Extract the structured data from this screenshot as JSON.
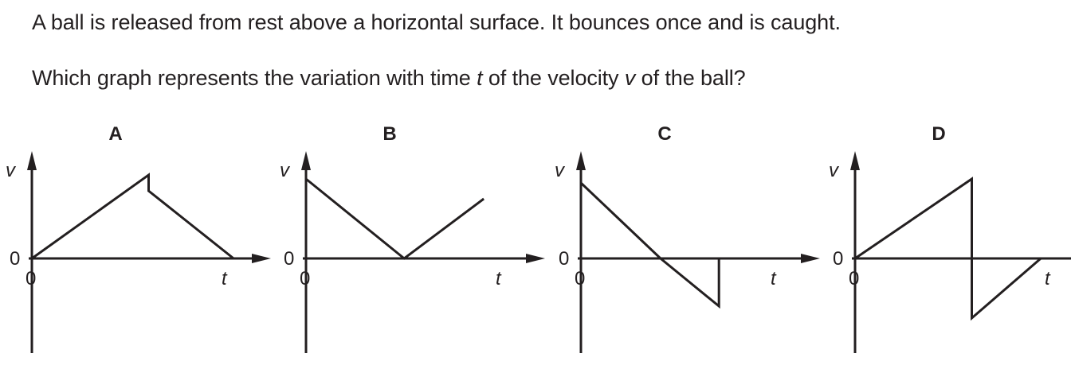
{
  "question": {
    "line1": "A ball is released from rest above a horizontal surface. It bounces once and is caught.",
    "line2_before_t": "Which graph represents the variation with time ",
    "t": "t",
    "line2_middle": " of the velocity ",
    "v": "v",
    "line2_after_v": " of the ball?"
  },
  "axes": {
    "y_label": "v",
    "x_label": "t",
    "origin_y": "0",
    "origin_x": "0"
  },
  "options": [
    {
      "label": "A",
      "trace": [
        [
          0,
          0
        ],
        [
          0.44,
          1.05
        ],
        [
          0.44,
          0.85
        ],
        [
          0.76,
          0
        ]
      ]
    },
    {
      "label": "B",
      "trace": [
        [
          0,
          1.0
        ],
        [
          0.37,
          0
        ],
        [
          0.67,
          0.75
        ]
      ]
    },
    {
      "label": "C",
      "trace": [
        [
          0,
          0.95
        ],
        [
          0.3,
          0
        ],
        [
          0.52,
          -0.6
        ],
        [
          0.52,
          0
        ]
      ]
    },
    {
      "label": "D",
      "trace": [
        [
          0,
          0
        ],
        [
          0.44,
          1.0
        ],
        [
          0.44,
          -0.75
        ],
        [
          0.7,
          0
        ]
      ]
    }
  ]
}
